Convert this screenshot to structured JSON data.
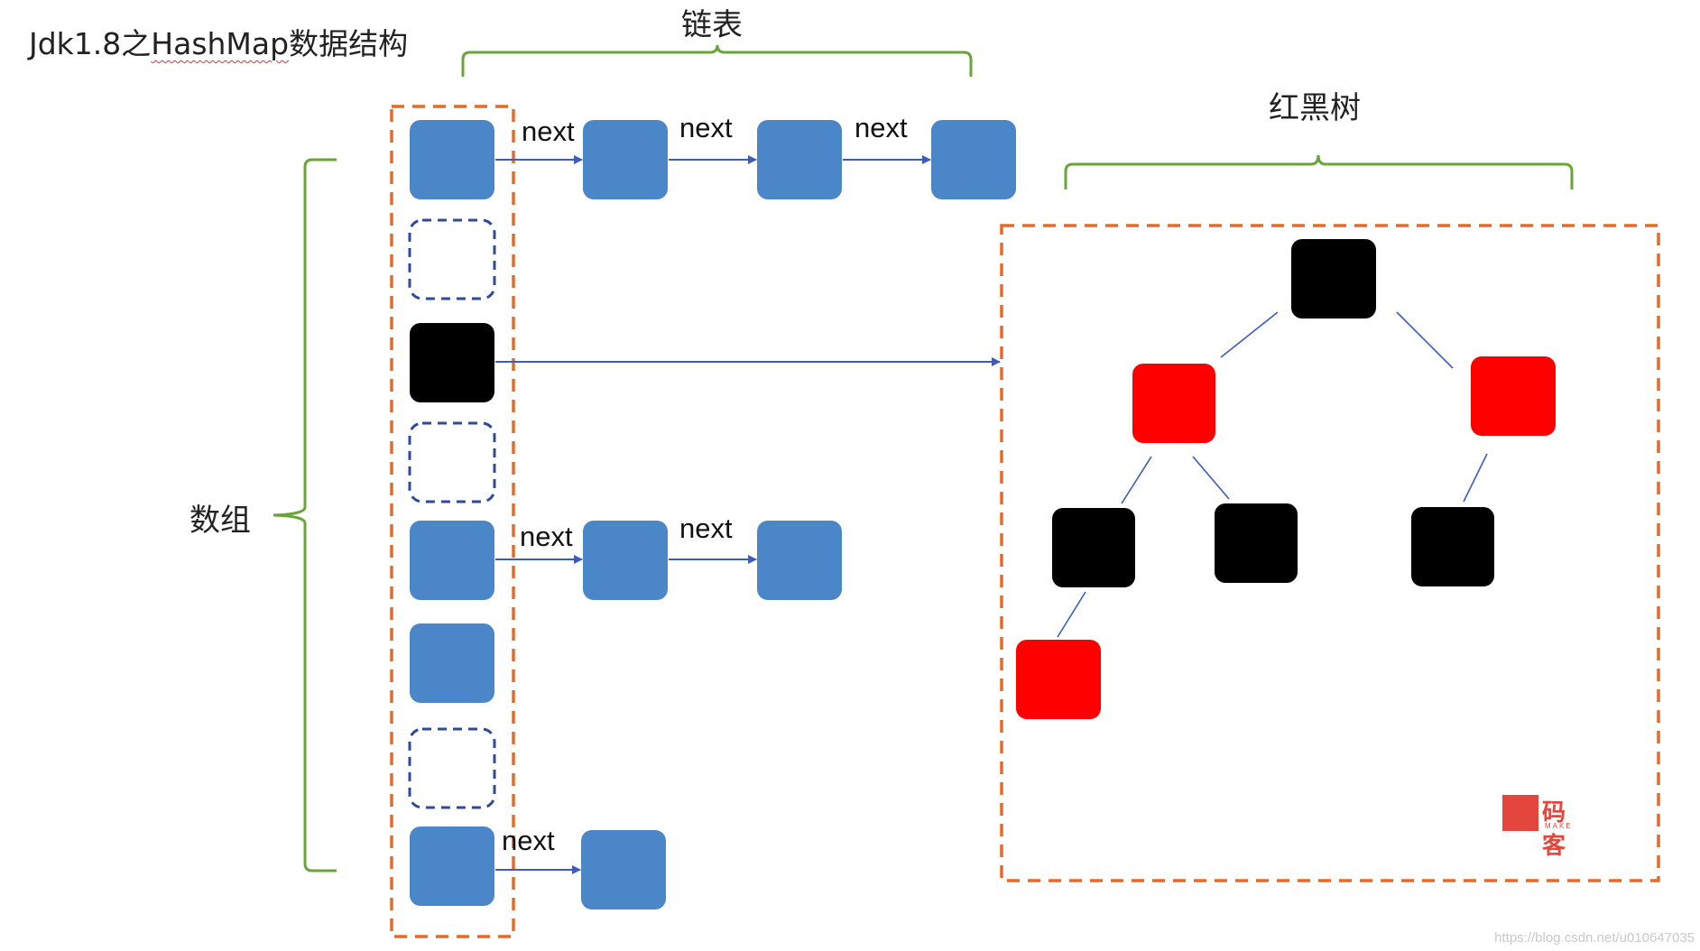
{
  "title": {
    "prefix": "Jdk1.8之",
    "underlined": "HashMap",
    "suffix": "数据结构"
  },
  "labels": {
    "linked_list": "链表",
    "red_black_tree": "红黑树",
    "array": "数组",
    "next": "next"
  },
  "watermark": {
    "logo_text": "码客",
    "logo_subtext": "MAKE",
    "url": "https://blog.csdn.net/u010647035"
  },
  "colors": {
    "node_blue": "#4A86C8",
    "node_black": "#000000",
    "node_red": "#FF0000",
    "empty_slot_border": "#2F4A9A",
    "dashed_region": "#E36C2C",
    "brace_green": "#6AA537",
    "arrow_blue": "#3A5BBF",
    "tree_edge": "#3A5BBF"
  }
}
